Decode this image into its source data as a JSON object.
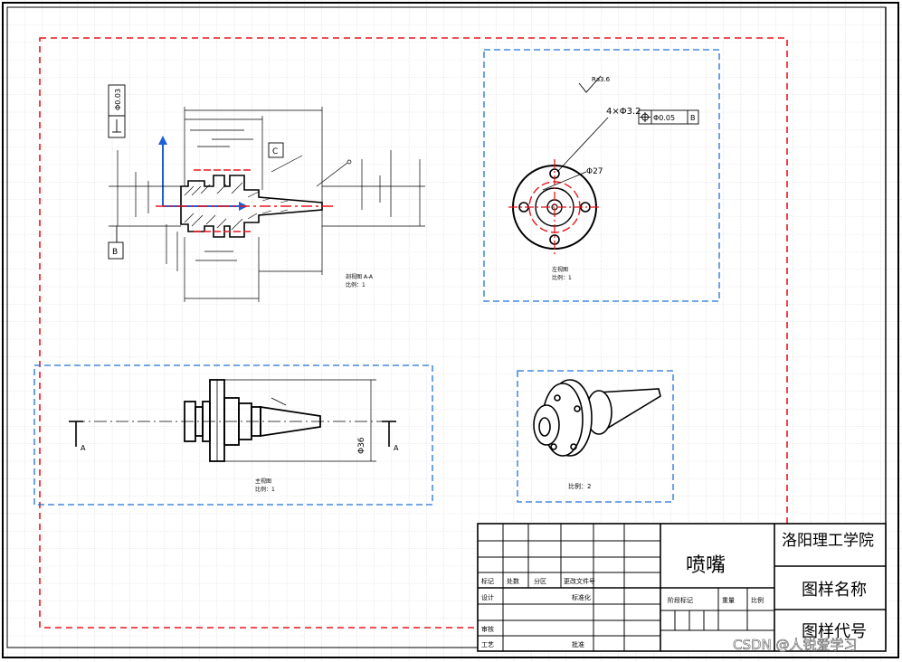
{
  "drawing": {
    "part_name": "喷嘴",
    "school": "洛阳理工学院",
    "drawing_name_label": "图样名称",
    "drawing_code_label": "图样代号"
  },
  "title_block": {
    "row_labels": [
      "标记",
      "处数",
      "分区",
      "更改文件号"
    ],
    "sign_labels": [
      "设计",
      "标准化"
    ],
    "stage_labels": [
      "阶段标记",
      "重量",
      "比例"
    ],
    "review_label": "审核",
    "process_label": "工艺",
    "approve_label": "批准"
  },
  "views": {
    "front_section": {
      "caption": "剖视图 A-A",
      "scale": "比例：1"
    },
    "left_view": {
      "caption": "左视图",
      "scale": "比例：1",
      "hole_callout": "4×Φ3.2",
      "pcd": "Φ27",
      "roughness": "Ra3.6",
      "tolerance": "Φ0.05",
      "datum": "B"
    },
    "top_view": {
      "caption": "主视图",
      "scale": "比例：1",
      "section_mark": "A",
      "diameter": "Φ36"
    },
    "iso_view": {
      "caption": "比例：2"
    }
  },
  "annotations": {
    "perp_tol": "Φ0.03",
    "datum_b": "B",
    "datum_c": "C"
  },
  "watermark": "CSDN @人锐爱学习",
  "colors": {
    "border": "#000000",
    "grid": "#b8b8b8",
    "outer_frame": "#e8161d",
    "view_frame": "#1d72d8",
    "centerline": "#e8161d",
    "axis": "#1d5fd8"
  }
}
